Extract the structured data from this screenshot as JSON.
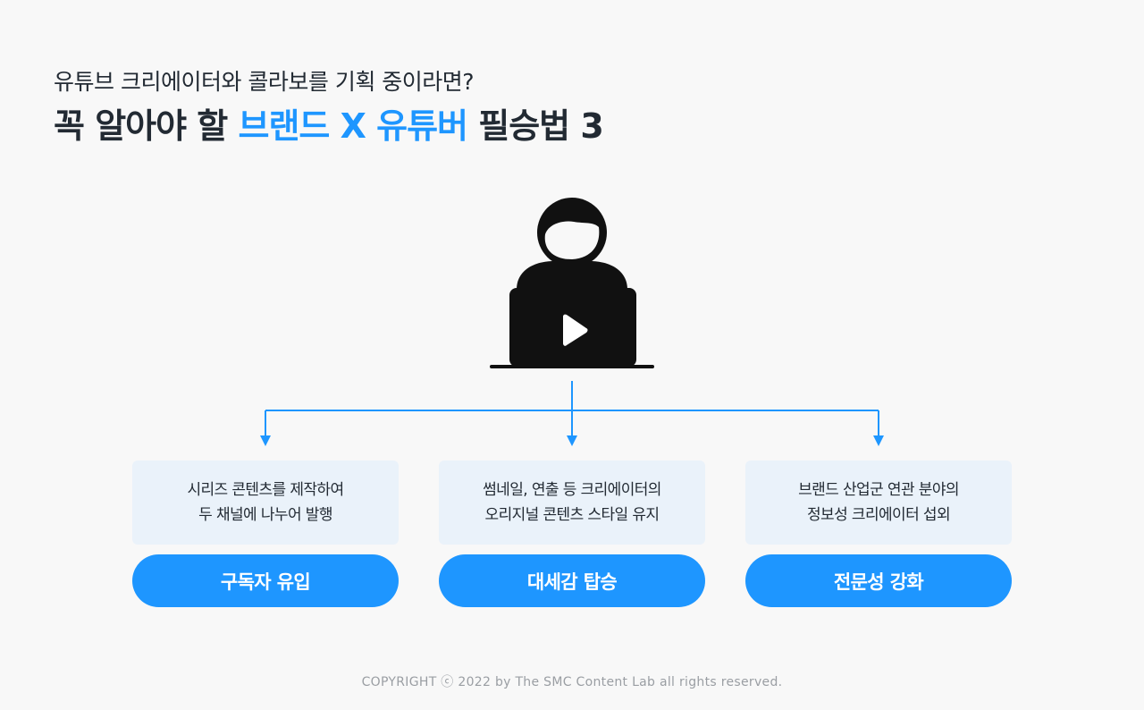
{
  "header": {
    "subtitle": "유튜브 크리에이터와 콜라보를 기획 중이라면?",
    "title_prefix": "꼭 알아야 할 ",
    "title_accent": "브랜드 X 유튜버",
    "title_suffix": " 필승법 3"
  },
  "icons": {
    "center": "creator-laptop-play-icon"
  },
  "colors": {
    "accent": "#1e96ff",
    "text": "#222a33",
    "box_bg": "#eaf2fa",
    "background": "#f8f8f8"
  },
  "strategies": [
    {
      "desc_line1": "시리즈 콘텐츠를 제작하여",
      "desc_line2": "두 채널에 나누어 발행",
      "label": "구독자 유입"
    },
    {
      "desc_line1": "썸네일, 연출 등 크리에이터의",
      "desc_line2": "오리지널 콘텐츠 스타일 유지",
      "label": "대세감 탑승"
    },
    {
      "desc_line1": "브랜드 산업군 연관 분야의",
      "desc_line2": "정보성 크리에이터 섭외",
      "label": "전문성 강화"
    }
  ],
  "footer": {
    "copyright": "COPYRIGHT ⓒ 2022 by The SMC Content Lab all rights reserved."
  }
}
